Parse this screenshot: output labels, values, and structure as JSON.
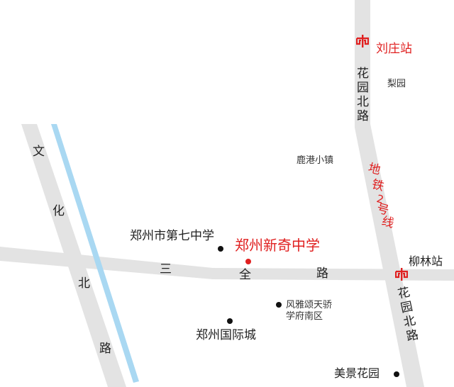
{
  "colors": {
    "road": "#e3e3e3",
    "river": "#a9d8f2",
    "metro_red": "#e02020",
    "text": "#222222",
    "background": "#ffffff"
  },
  "roads": {
    "huayuan_north_top": [
      "花",
      "园",
      "北",
      "路"
    ],
    "huayuan_north_bottom": [
      "花",
      "园",
      "北",
      "路"
    ],
    "wenhua_north": [
      "文",
      "化",
      "北",
      "路"
    ],
    "sanquan": [
      "三",
      "全",
      "路"
    ]
  },
  "metro": {
    "line_label": [
      "地",
      "铁",
      "2",
      "号",
      "线"
    ],
    "stations": [
      {
        "name": "刘庄站",
        "icon": "metro-icon"
      },
      {
        "name": "柳林站",
        "icon": "metro-icon"
      }
    ]
  },
  "places": {
    "target": "郑州新奇中学",
    "seventh_middle_school": "郑州市第七中学",
    "ligarden": "梨园",
    "lugang_town": "鹿港小镇",
    "fengya_line1": "风雅颂天骄",
    "fengya_line2": "学府南区",
    "zhengzhou_intl_city": "郑州国际城",
    "meijing_garden": "美景花园"
  }
}
